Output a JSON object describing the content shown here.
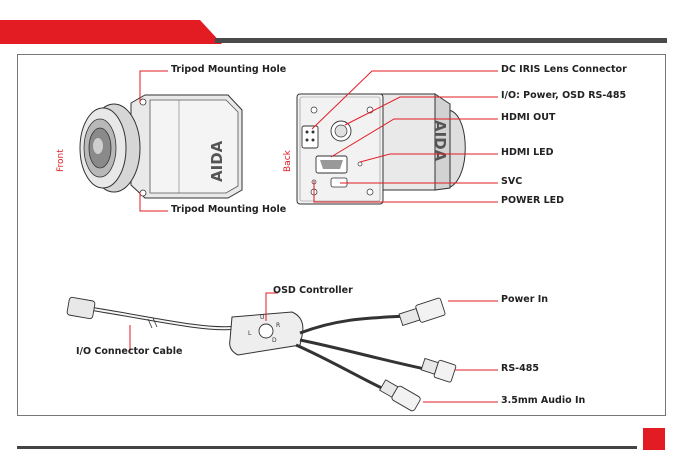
{
  "front_view": {
    "side_label": "Front",
    "tripod_top_label": "Tripod Mounting Hole",
    "tripod_bottom_label": "Tripod Mounting Hole",
    "brand": "AIDA"
  },
  "back_view": {
    "side_label": "Back",
    "brand": "AIDA",
    "callouts": [
      "DC IRIS Lens Connector",
      "I/O: Power, OSD RS-485",
      "HDMI OUT",
      "HDMI LED",
      "SVC",
      "POWER LED"
    ]
  },
  "cable": {
    "osd_controller_label": "OSD Controller",
    "io_connector_label": "I/O Connector Cable",
    "power_in_label": "Power In",
    "rs485_label": "RS-485",
    "audio_in_label": "3.5mm Audio In",
    "button_marks": [
      "U",
      "L",
      "R",
      "D"
    ]
  },
  "colors": {
    "accent": "#e31b23",
    "rule": "#4a4a4a",
    "callout_line": "#e31b23"
  }
}
